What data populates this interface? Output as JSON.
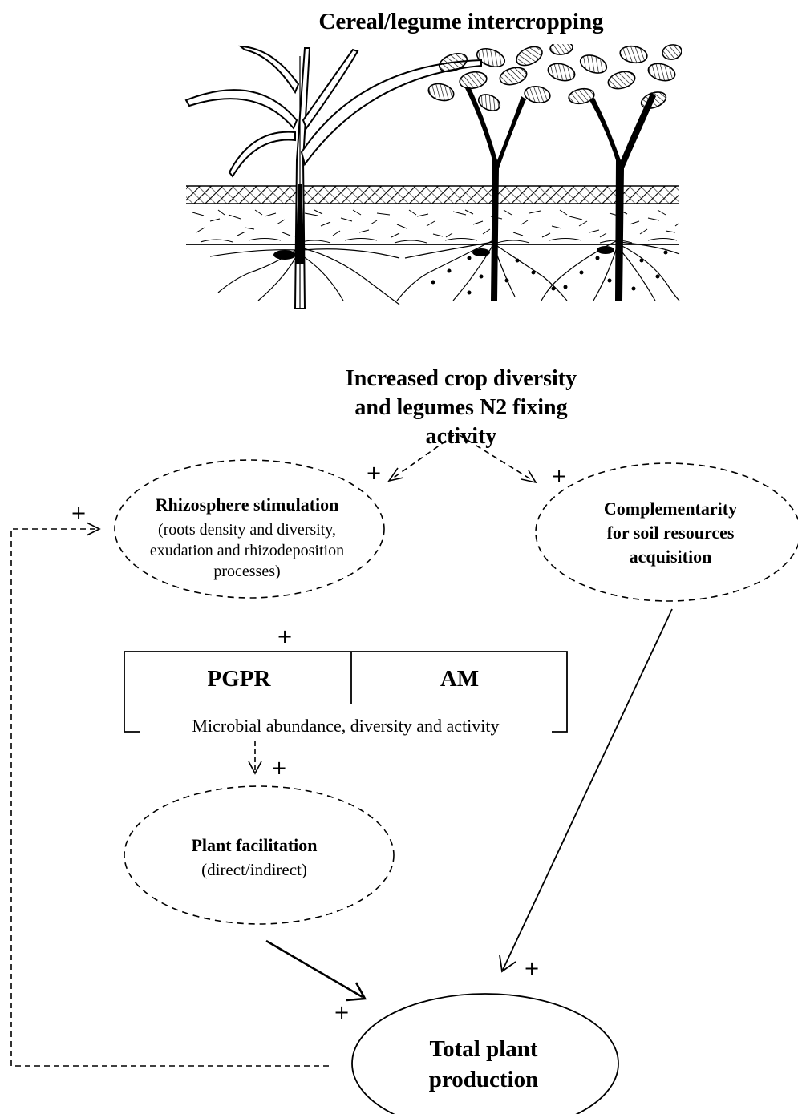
{
  "title": "Cereal/legume intercropping",
  "top_node": {
    "lines": [
      "Increased crop diversity",
      "and legumes N2 fixing",
      "activity"
    ]
  },
  "rhizosphere": {
    "title": "Rhizosphere stimulation",
    "lines": [
      "(roots density and diversity,",
      "exudation and rhizodeposition",
      "processes)"
    ]
  },
  "complementarity": {
    "lines": [
      "Complementarity",
      "for soil resources",
      "acquisition"
    ]
  },
  "microbes": {
    "left_label": "PGPR",
    "right_label": "AM",
    "caption": "Microbial abundance, diversity and activity"
  },
  "facilitation": {
    "title": "Plant facilitation",
    "subtitle": "(direct/indirect)"
  },
  "production": {
    "lines": [
      "Total plant",
      "production"
    ]
  },
  "signs": {
    "top_left": "+",
    "top_right": "+",
    "feedback": "+",
    "microbes": "+",
    "facilitation": "+",
    "to_production_left": "+",
    "to_production_right": "+"
  },
  "colors": {
    "ink": "#000000",
    "background": "#ffffff"
  }
}
